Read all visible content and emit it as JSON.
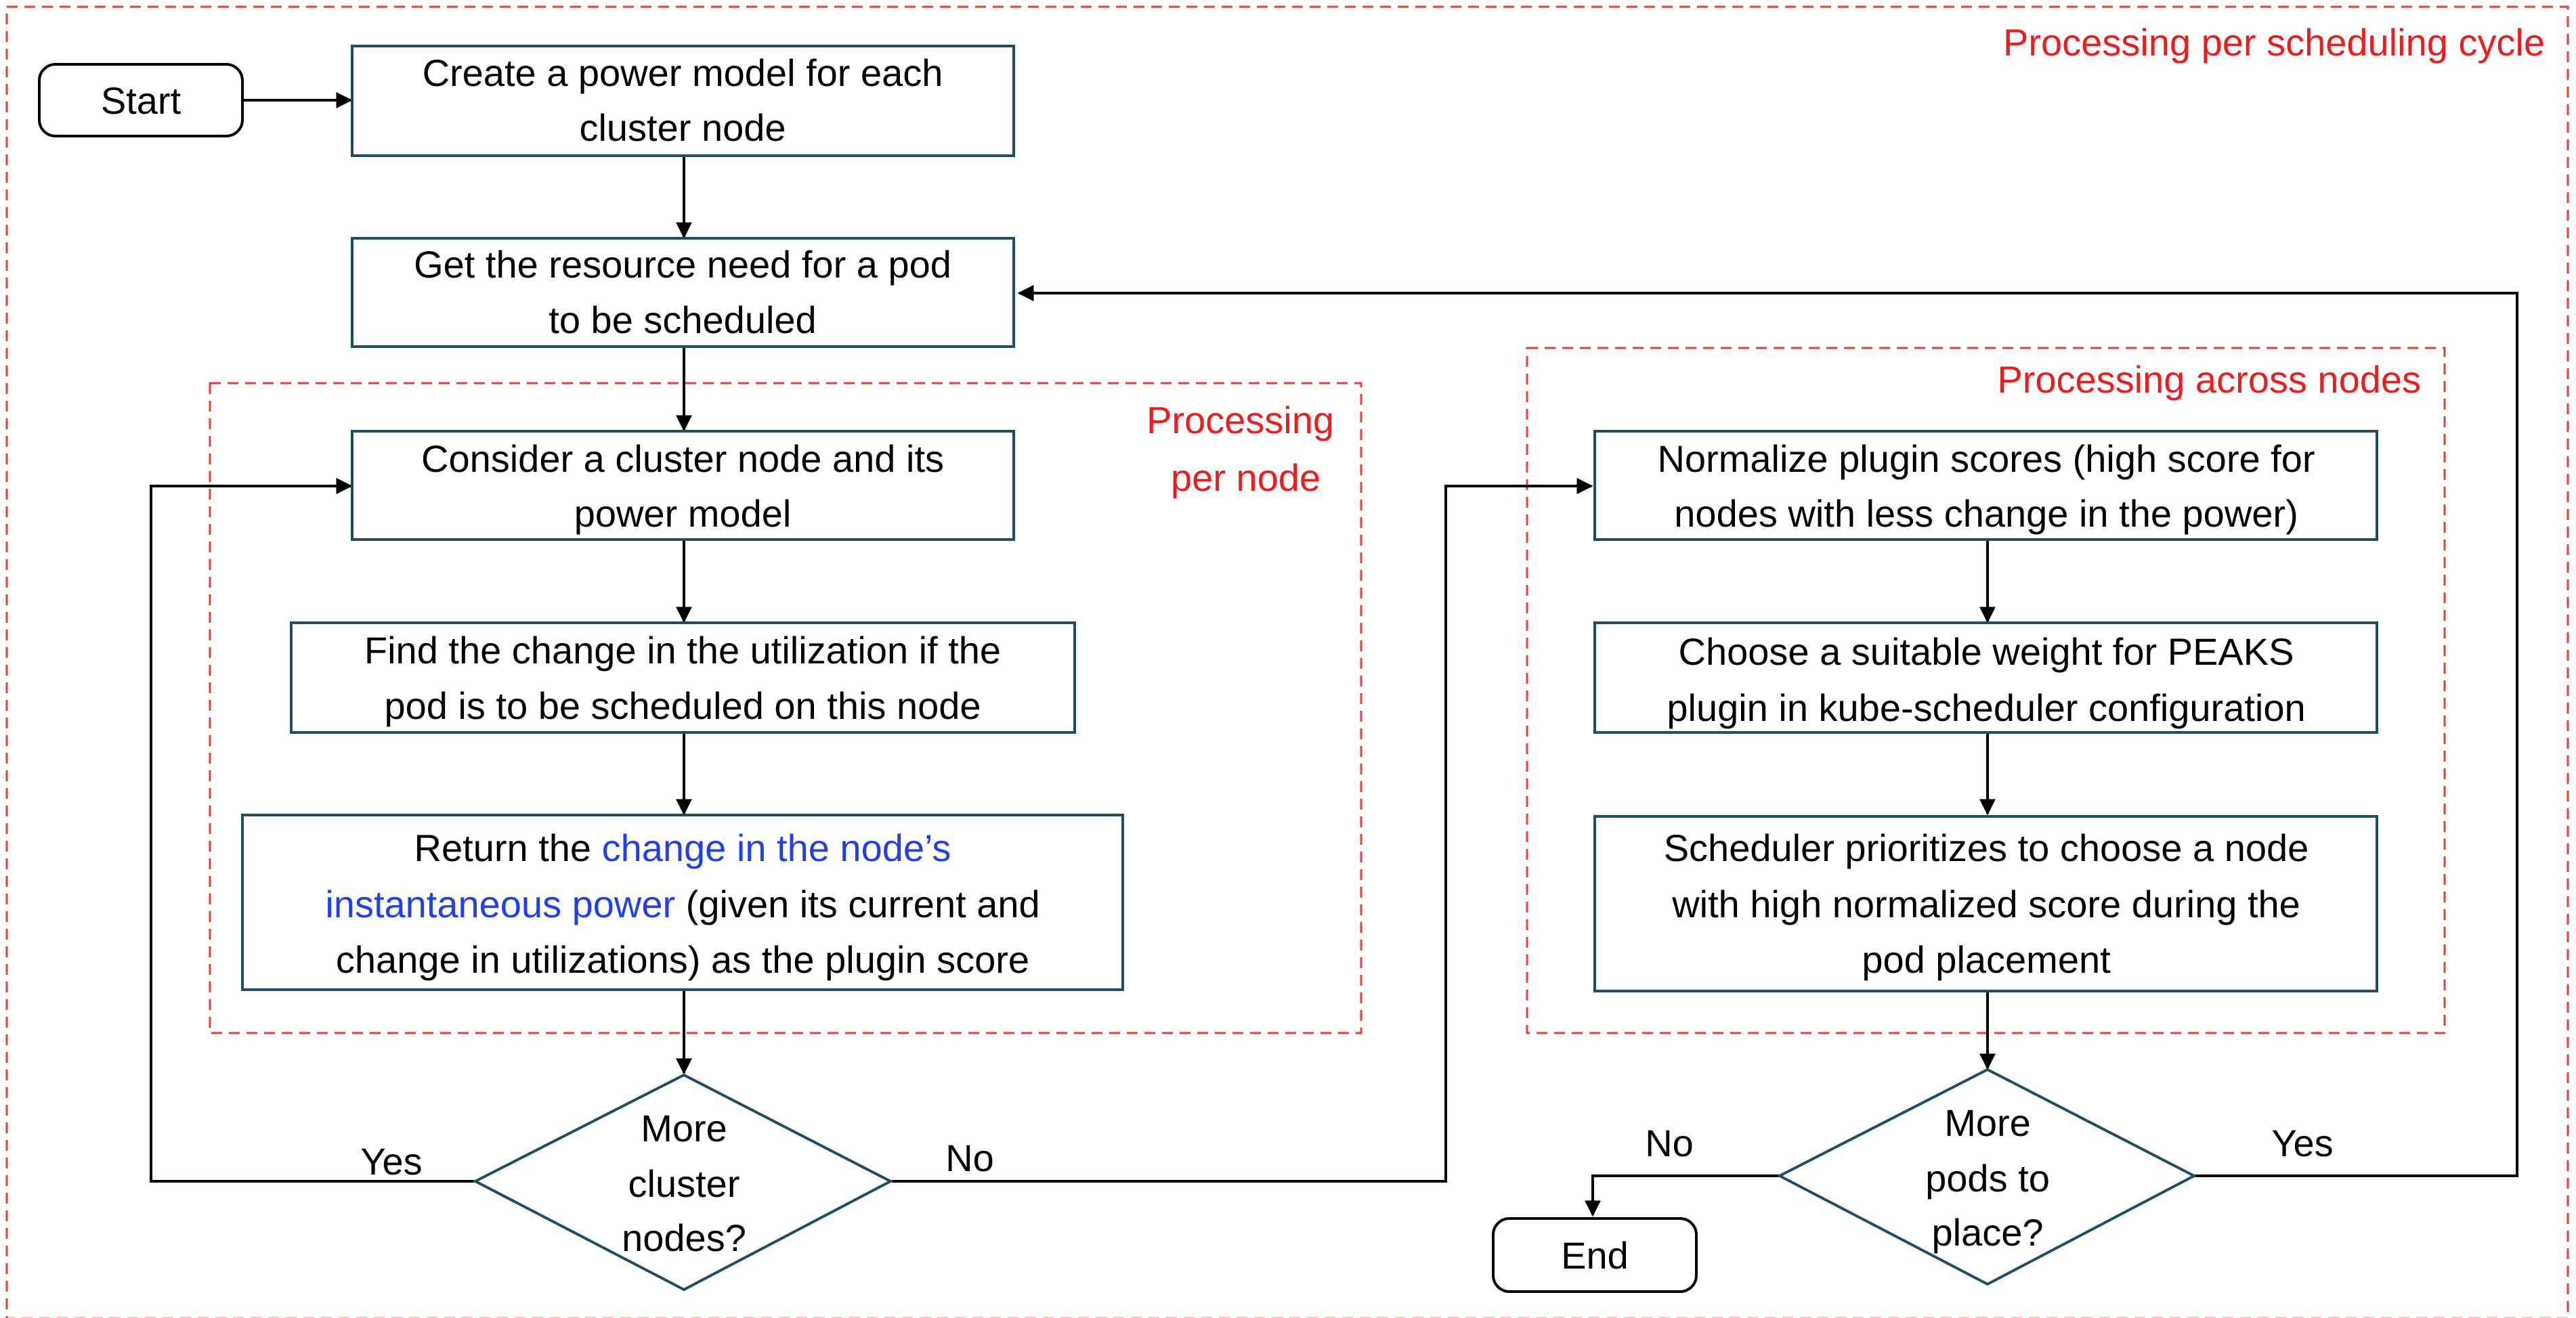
{
  "diagram": {
    "regions": {
      "outer": {
        "label": "Processing per scheduling cycle"
      },
      "per_node": {
        "label_line1": "Processing",
        "label_line2": "per node"
      },
      "across_nodes": {
        "label": "Processing across nodes"
      }
    },
    "nodes": {
      "start": {
        "label": "Start"
      },
      "create_model": {
        "line1": "Create a power model for each",
        "line2": "cluster node"
      },
      "get_resource": {
        "line1": "Get the resource need for a pod",
        "line2": "to be scheduled"
      },
      "consider_node": {
        "line1": "Consider a cluster node and its",
        "line2": "power model"
      },
      "find_change": {
        "line1": "Find the change in the utilization if the",
        "line2": "pod is to be scheduled on this node"
      },
      "return_score": {
        "line1_pre": "Return the ",
        "line1_hl": "change in the node’s",
        "line2_hl": "instantaneous power",
        "line2_post": " (given its current and",
        "line3": "change in utilizations) as the plugin score"
      },
      "more_nodes": {
        "line1": "More",
        "line2": "cluster",
        "line3": "nodes?"
      },
      "normalize": {
        "line1": "Normalize plugin scores (high score for",
        "line2": "nodes with less change in the power)"
      },
      "choose_weight": {
        "line1": "Choose a suitable weight for PEAKS",
        "line2": "plugin in kube-scheduler configuration"
      },
      "prioritize": {
        "line1": "Scheduler prioritizes to choose a node",
        "line2": "with high normalized score during the",
        "line3": "pod placement"
      },
      "more_pods": {
        "line1": "More",
        "line2": "pods to",
        "line3": "place?"
      },
      "end": {
        "label": "End"
      }
    },
    "edges": {
      "more_nodes_yes": {
        "label": "Yes"
      },
      "more_nodes_no": {
        "label": "No"
      },
      "more_pods_no": {
        "label": "No"
      },
      "more_pods_yes": {
        "label": "Yes"
      }
    },
    "colors": {
      "box_border": "#1f4e63",
      "region_border": "#ee3b3b",
      "region_text": "#ee1c1c",
      "highlight_text": "#1f3ff0",
      "edge": "#000000"
    }
  }
}
